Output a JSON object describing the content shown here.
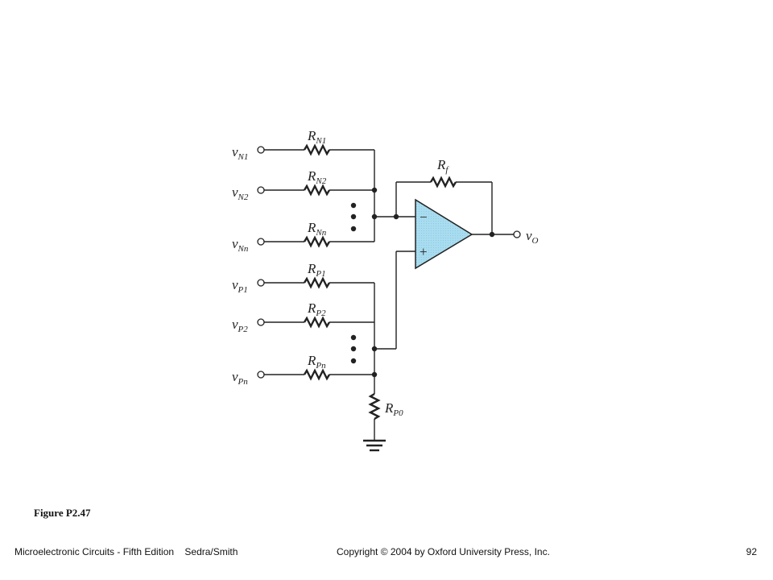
{
  "diagram": {
    "inputs_negative": [
      {
        "sym": "v",
        "sub": "N1",
        "res_sym": "R",
        "res_sub": "N1"
      },
      {
        "sym": "v",
        "sub": "N2",
        "res_sym": "R",
        "res_sub": "N2"
      },
      {
        "sym": "v",
        "sub": "Nn",
        "res_sym": "R",
        "res_sub": "Nn"
      }
    ],
    "inputs_positive": [
      {
        "sym": "v",
        "sub": "P1",
        "res_sym": "R",
        "res_sub": "P1"
      },
      {
        "sym": "v",
        "sub": "P2",
        "res_sym": "R",
        "res_sub": "P2"
      },
      {
        "sym": "v",
        "sub": "Pn",
        "res_sym": "R",
        "res_sub": "Pn"
      }
    ],
    "feedback": {
      "sym": "R",
      "sub": "f"
    },
    "ground_resistor": {
      "sym": "R",
      "sub": "P0"
    },
    "output": {
      "sym": "v",
      "sub": "O"
    },
    "opamp": {
      "minus": "−",
      "plus": "+",
      "fill_color": "#a9dcef"
    },
    "output_label_color": "#2aa6d8"
  },
  "caption": "Figure P2.47",
  "footer": {
    "left": "Microelectronic Circuits - Fifth Edition    Sedra/Smith",
    "center": "Copyright © 2004 by Oxford University Press, Inc.",
    "page": "92"
  }
}
